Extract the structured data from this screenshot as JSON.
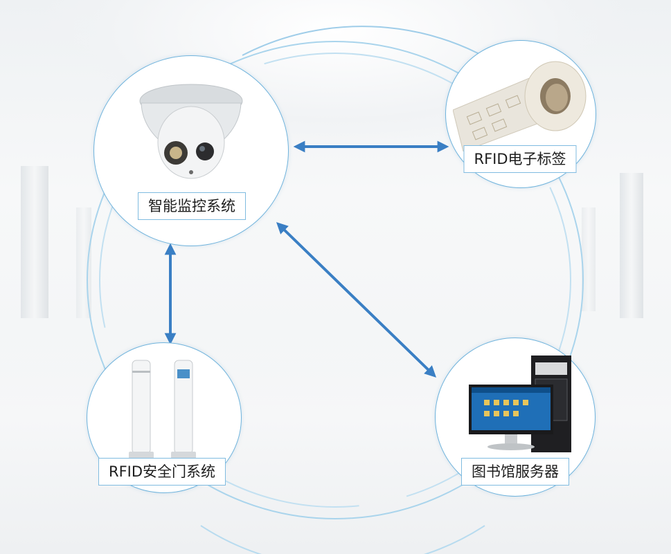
{
  "nodes": {
    "camera": {
      "label": "智能监控系统"
    },
    "rfid_tag": {
      "label": "RFID电子标签"
    },
    "security_gate": {
      "label": "RFID安全门系统"
    },
    "library_server": {
      "label": "图书馆服务器"
    }
  },
  "colors": {
    "arrow": "#3a7fc4",
    "ring": "#8cc6e6",
    "node_border": "#6fb3dc"
  },
  "icons": [
    "dome-camera-icon",
    "rfid-label-roll-icon",
    "security-gate-icon",
    "server-computer-icon"
  ]
}
